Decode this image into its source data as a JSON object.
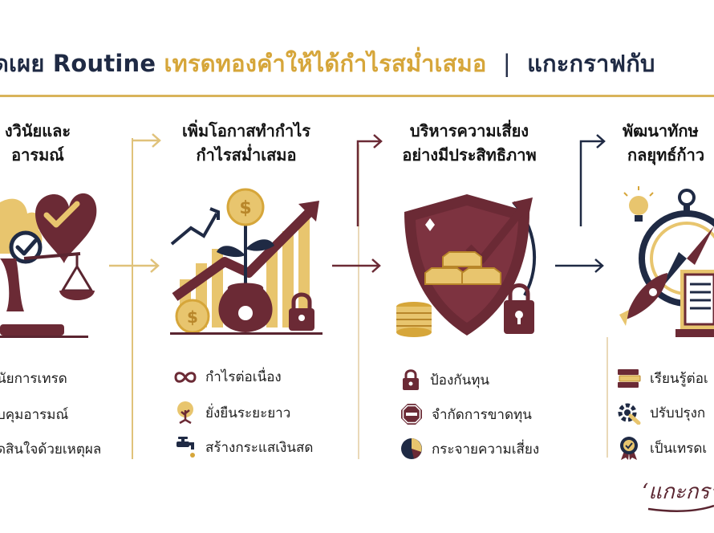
{
  "title": {
    "part1": "ดเผย Routine",
    "part2": "เทรดทองคำให้ได้กำไรสม่ำเสมอ",
    "separator": "|",
    "part3": "แกะกราฟกับ"
  },
  "columns": [
    {
      "heading_line1": "งวินัยและ",
      "heading_line2": "อารมณ์",
      "bullets": [
        "นัยการเทรด",
        "บคุมอารมณ์",
        "ดสินใจด้วยเหตุผล"
      ],
      "bullet_icons": [
        "none",
        "none",
        "none"
      ]
    },
    {
      "heading_line1": "เพิ่มโอกาสทำกำไร",
      "heading_line2": "กำไรสม่ำเสมอ",
      "bullets": [
        "กำไรต่อเนื่อง",
        "ยั่งยืนระยะยาว",
        "สร้างกระแสเงินสด"
      ],
      "bullet_icons": [
        "infinity-icon",
        "tree-icon",
        "faucet-icon"
      ]
    },
    {
      "heading_line1": "บริหารความเสี่ยง",
      "heading_line2": "อย่างมีประสิทธิภาพ",
      "bullets": [
        "ป้องกันทุน",
        "จำกัดการขาดทุน",
        "กระจายความเสี่ยง"
      ],
      "bullet_icons": [
        "lock-icon",
        "stop-icon",
        "pie-chart-icon"
      ]
    },
    {
      "heading_line1": "พัฒนาทักษ",
      "heading_line2": "กลยุทธ์ก้าว",
      "bullets": [
        "เรียนรู้ต่อเ",
        "ปรับปรุงก",
        "เป็นเทรดเ"
      ],
      "bullet_icons": [
        "books-icon",
        "gear-wrench-icon",
        "medal-icon"
      ]
    }
  ],
  "signature": "แกะกรา",
  "colors": {
    "navy": "#1f2a44",
    "gold": "#d6a63a",
    "maroon": "#6b2a35",
    "sand": "#e8c56e"
  }
}
